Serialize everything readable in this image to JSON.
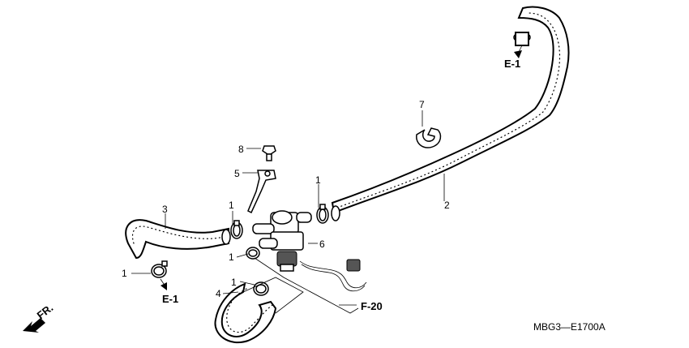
{
  "diagram": {
    "code": "MBG3—E1700A",
    "front_label": "FR.",
    "callouts": {
      "c1": "1",
      "c2": "2",
      "c3": "3",
      "c4": "4",
      "c5": "5",
      "c6": "6",
      "c7": "7",
      "c8": "8"
    },
    "refs": {
      "e1_top": "E-1",
      "e1_bottom": "E-1",
      "f20": "F-20"
    }
  }
}
